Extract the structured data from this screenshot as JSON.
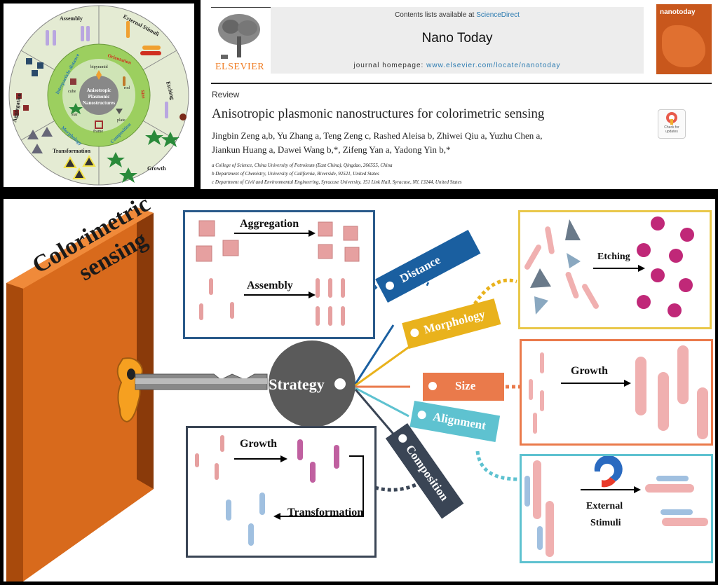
{
  "wheel": {
    "center": [
      "Anisotropic",
      "Plasmonic",
      "Nanostructures"
    ],
    "inner_ring": [
      "Interparticle distance",
      "Orientation",
      "Size",
      "Composition",
      "Morphology"
    ],
    "shapes": [
      "bipyramid",
      "cube",
      "rod",
      "star",
      "plate",
      "frame"
    ],
    "outer_ring": [
      "Assembly",
      "External Stimuli",
      "Etching",
      "Growth",
      "Transformation",
      "Aggregation"
    ]
  },
  "header": {
    "contents_prefix": "Contents lists available at ",
    "contents_link": "ScienceDirect",
    "journal_name": "Nano Today",
    "homepage_prefix": "journal homepage: ",
    "homepage_url": "www.elsevier.com/locate/nanotoday",
    "publisher": "ELSEVIER",
    "cover_title": "nanotoday",
    "article_type": "Review",
    "article_title": "Anisotropic plasmonic nanostructures for colorimetric sensing",
    "authors_line1": "Jingbin Zeng a,b, Yu Zhang a, Teng Zeng c, Rashed Aleisa b, Zhiwei Qiu a, Yuzhu Chen a,",
    "authors_line2": "Jiankun Huang a, Dawei Wang b,*, Zifeng Yan a, Yadong Yin b,*",
    "affiliations": [
      "a College of Science, China University of Petroleum (East China), Qingdao, 266555, China",
      "b Department of Chemistry, University of California, Riverside, 92521, United States",
      "c Department of Civil and Environmental Engineering, Syracuse University, 151 Link Hall, Syracuse, NY, 13244, United States"
    ],
    "check_updates": [
      "Check for",
      "updates"
    ]
  },
  "figure": {
    "door_text": [
      "Colorimetric",
      "sensing"
    ],
    "key_text": "Strategy",
    "tags": [
      "Distance",
      "Morphology",
      "Size",
      "Alignment",
      "Composition"
    ],
    "box_labels": {
      "aggregation": "Aggregation",
      "assembly": "Assembly",
      "etching": "Etching",
      "growth_right": "Growth",
      "growth_left": "Growth",
      "transformation": "Transformation",
      "external": "External",
      "stimuli": "Stimuli"
    },
    "colors": {
      "distance": "#1a5fa0",
      "morphology": "#e9b21c",
      "size": "#ea7a4b",
      "alignment": "#5ec2d0",
      "composition": "#3a4555",
      "door": "#c65a14"
    }
  }
}
